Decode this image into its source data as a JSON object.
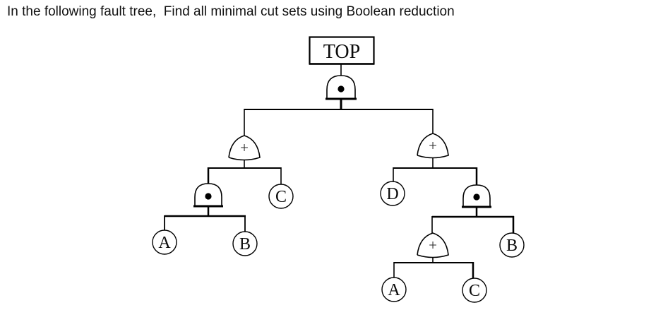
{
  "title": "In the following fault tree,  Find all minimal cut sets using Boolean reduction",
  "fault_tree": {
    "top_event_label": "TOP",
    "or_symbol": "+",
    "and_symbol": "•",
    "events": {
      "a_left": "A",
      "b_left": "B",
      "c_left": "C",
      "d_right": "D",
      "b_right": "B",
      "a_bottom": "A",
      "c_bottom": "C"
    },
    "logic": "TOP = AND( OR( AND(A, B), C ), OR( D, AND( OR(A, C), B ) ) )"
  }
}
